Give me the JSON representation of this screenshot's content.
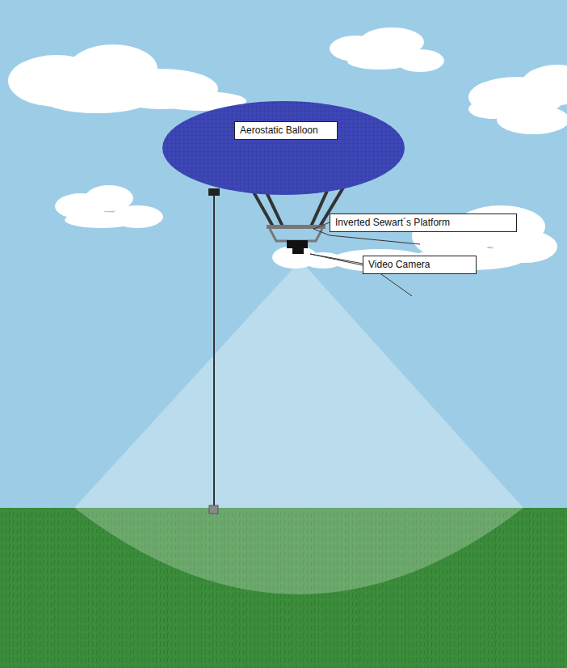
{
  "diagram": {
    "nodes": [
      {
        "text": [
          "Aerostatic Balloon"
        ]
      },
      {
        "text": [
          "Inverted Sewart´s Platform"
        ]
      },
      {
        "text": [
          "Video Camera"
        ]
      }
    ]
  }
}
